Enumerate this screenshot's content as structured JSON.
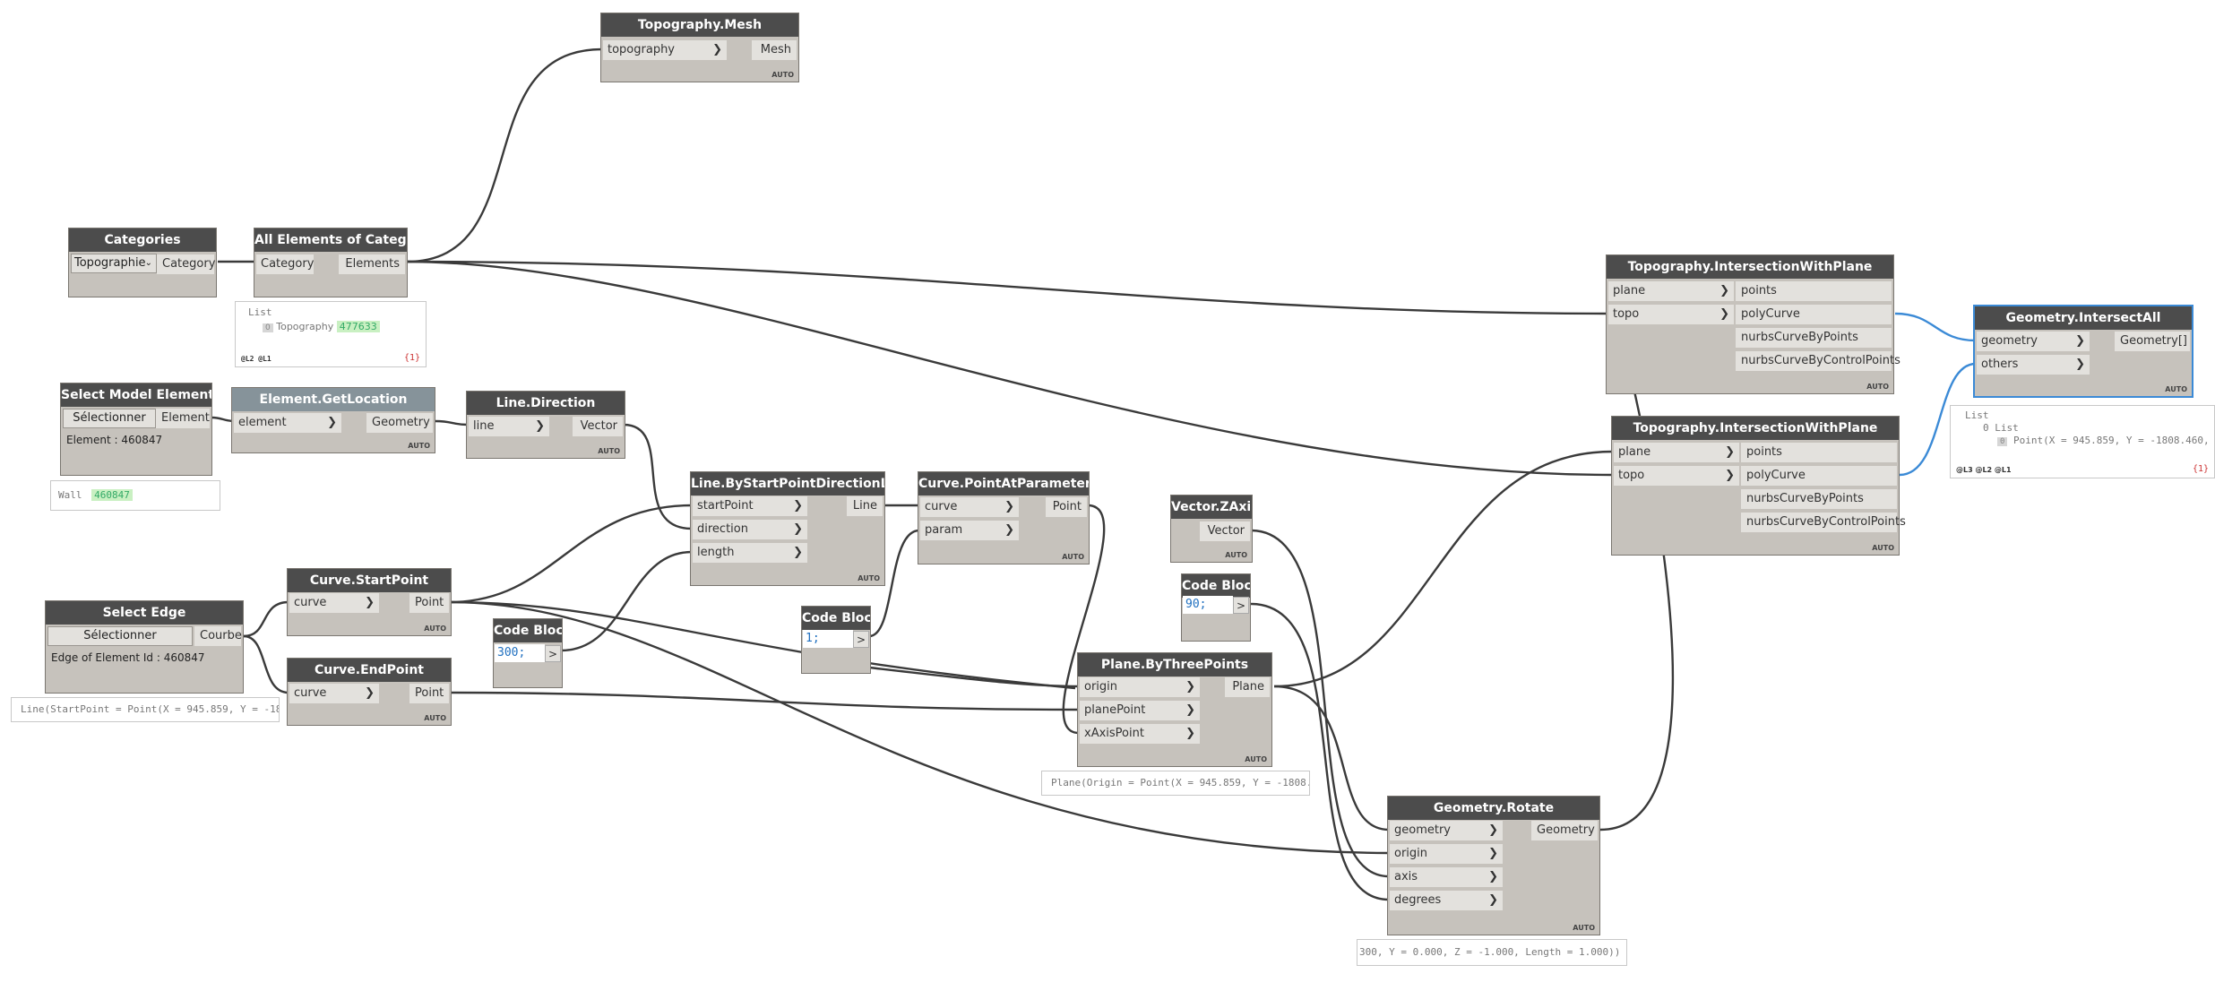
{
  "nodes": {
    "topo_mesh": {
      "title": "Topography.Mesh",
      "in": [
        "topography"
      ],
      "out": [
        "Mesh"
      ],
      "auto": "AUTO"
    },
    "categories": {
      "title": "Categories",
      "dropdown": "Topographie",
      "out": [
        "Category"
      ]
    },
    "all_elements": {
      "title": "All Elements of Category",
      "in": [
        "Category"
      ],
      "out": [
        "Elements"
      ],
      "preview": {
        "head": "List",
        "index": "0",
        "item": "Topography",
        "id": "477633",
        "levels": "@L2 @L1",
        "count": "{1}"
      }
    },
    "select_model": {
      "title": "Select Model Element",
      "button": "Sélectionner",
      "out": [
        "Element"
      ],
      "info": "Element : 460847",
      "preview": {
        "label": "Wall",
        "id": "460847"
      }
    },
    "get_location": {
      "title": "Element.GetLocation",
      "in": [
        "element"
      ],
      "out": [
        "Geometry"
      ],
      "auto": "AUTO"
    },
    "line_direction": {
      "title": "Line.Direction",
      "in": [
        "line"
      ],
      "out": [
        "Vector"
      ],
      "auto": "AUTO"
    },
    "line_by_start": {
      "title": "Line.ByStartPointDirectionLength",
      "in": [
        "startPoint",
        "direction",
        "length"
      ],
      "out": [
        "Line"
      ],
      "auto": "AUTO"
    },
    "curve_point_param": {
      "title": "Curve.PointAtParameter",
      "in": [
        "curve",
        "param"
      ],
      "out": [
        "Point"
      ],
      "auto": "AUTO"
    },
    "select_edge": {
      "title": "Select Edge",
      "button": "Sélectionner",
      "out": [
        "Courbe"
      ],
      "info": "Edge of Element Id : 460847",
      "preview": "Line(StartPoint = Point(X = 945.859, Y = -18"
    },
    "curve_start": {
      "title": "Curve.StartPoint",
      "in": [
        "curve"
      ],
      "out": [
        "Point"
      ],
      "auto": "AUTO"
    },
    "curve_end": {
      "title": "Curve.EndPoint",
      "in": [
        "curve"
      ],
      "out": [
        "Point"
      ],
      "auto": "AUTO"
    },
    "code_300": {
      "title": "Code Block",
      "code": "300;",
      "out": ">"
    },
    "code_1": {
      "title": "Code Block",
      "code": "1;",
      "out": ">"
    },
    "vector_z": {
      "title": "Vector.ZAxis",
      "out": [
        "Vector"
      ],
      "auto": "AUTO"
    },
    "code_90": {
      "title": "Code Block",
      "code": "90;",
      "out": ">"
    },
    "plane_three": {
      "title": "Plane.ByThreePoints",
      "in": [
        "origin",
        "planePoint",
        "xAxisPoint"
      ],
      "out": [
        "Plane"
      ],
      "auto": "AUTO",
      "preview": "Plane(Origin = Point(X = 945.859, Y = -1808."
    },
    "geom_rotate": {
      "title": "Geometry.Rotate",
      "in": [
        "geometry",
        "origin",
        "axis",
        "degrees"
      ],
      "out": [
        "Geometry"
      ],
      "auto": "AUTO",
      "preview": "300, Y = 0.000, Z = -1.000, Length = 1.000))"
    },
    "topo_plane_1": {
      "title": "Topography.IntersectionWithPlane",
      "in": [
        "plane",
        "topo"
      ],
      "out": [
        "points",
        "polyCurve",
        "nurbsCurveByPoints",
        "nurbsCurveByControlPoints"
      ],
      "auto": "AUTO"
    },
    "topo_plane_2": {
      "title": "Topography.IntersectionWithPlane",
      "in": [
        "plane",
        "topo"
      ],
      "out": [
        "points",
        "polyCurve",
        "nurbsCurveByPoints",
        "nurbsCurveByControlPoints"
      ],
      "auto": "AUTO"
    },
    "intersect_all": {
      "title": "Geometry.IntersectAll",
      "in": [
        "geometry",
        "others"
      ],
      "out": [
        "Geometry[]"
      ],
      "auto": "AUTO",
      "preview": {
        "head": "List",
        "sub": "0 List",
        "index": "0",
        "item": "Point(X = 945.859, Y = -1808.460,",
        "levels": "@L3 @L2 @L1",
        "count": "{1}"
      }
    }
  },
  "colors": {
    "header": "#4c4c4c",
    "body": "#c6c2bc",
    "port": "#e3e1dd",
    "wire": "#3a3a3a",
    "selected_wire": "#3b8ad6",
    "code": "#2070c0"
  }
}
